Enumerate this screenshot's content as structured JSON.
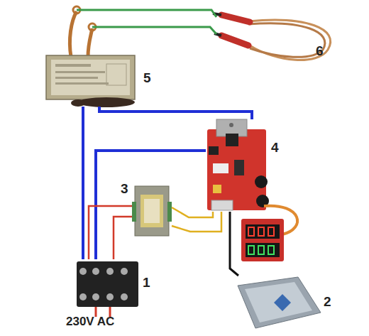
{
  "diagram": {
    "nodes": [
      {
        "text": [
          "5"
        ]
      },
      {
        "text": [
          "6"
        ]
      },
      {
        "text": [
          "4"
        ]
      },
      {
        "text": [
          "3"
        ]
      },
      {
        "text": [
          "1"
        ]
      },
      {
        "text": [
          "2"
        ]
      }
    ],
    "edges": [
      {
        "from": 4,
        "to": 0,
        "arrow": "none"
      },
      {
        "from": 4,
        "to": 2,
        "arrow": "none"
      },
      {
        "from": 2,
        "to": 0,
        "arrow": "none"
      },
      {
        "from": 4,
        "to": 3,
        "arrow": "none"
      },
      {
        "from": 4,
        "to": 3,
        "arrow": "none"
      },
      {
        "from": 3,
        "to": 2,
        "arrow": "none"
      },
      {
        "from": 3,
        "to": 2,
        "arrow": "none"
      },
      {
        "from": 2,
        "to": 5,
        "arrow": "none"
      },
      {
        "from": 0,
        "to": 1,
        "arrow": "none"
      },
      {
        "from": 0,
        "to": 1,
        "arrow": "none"
      }
    ],
    "labels": [
      "230V AC"
    ]
  }
}
